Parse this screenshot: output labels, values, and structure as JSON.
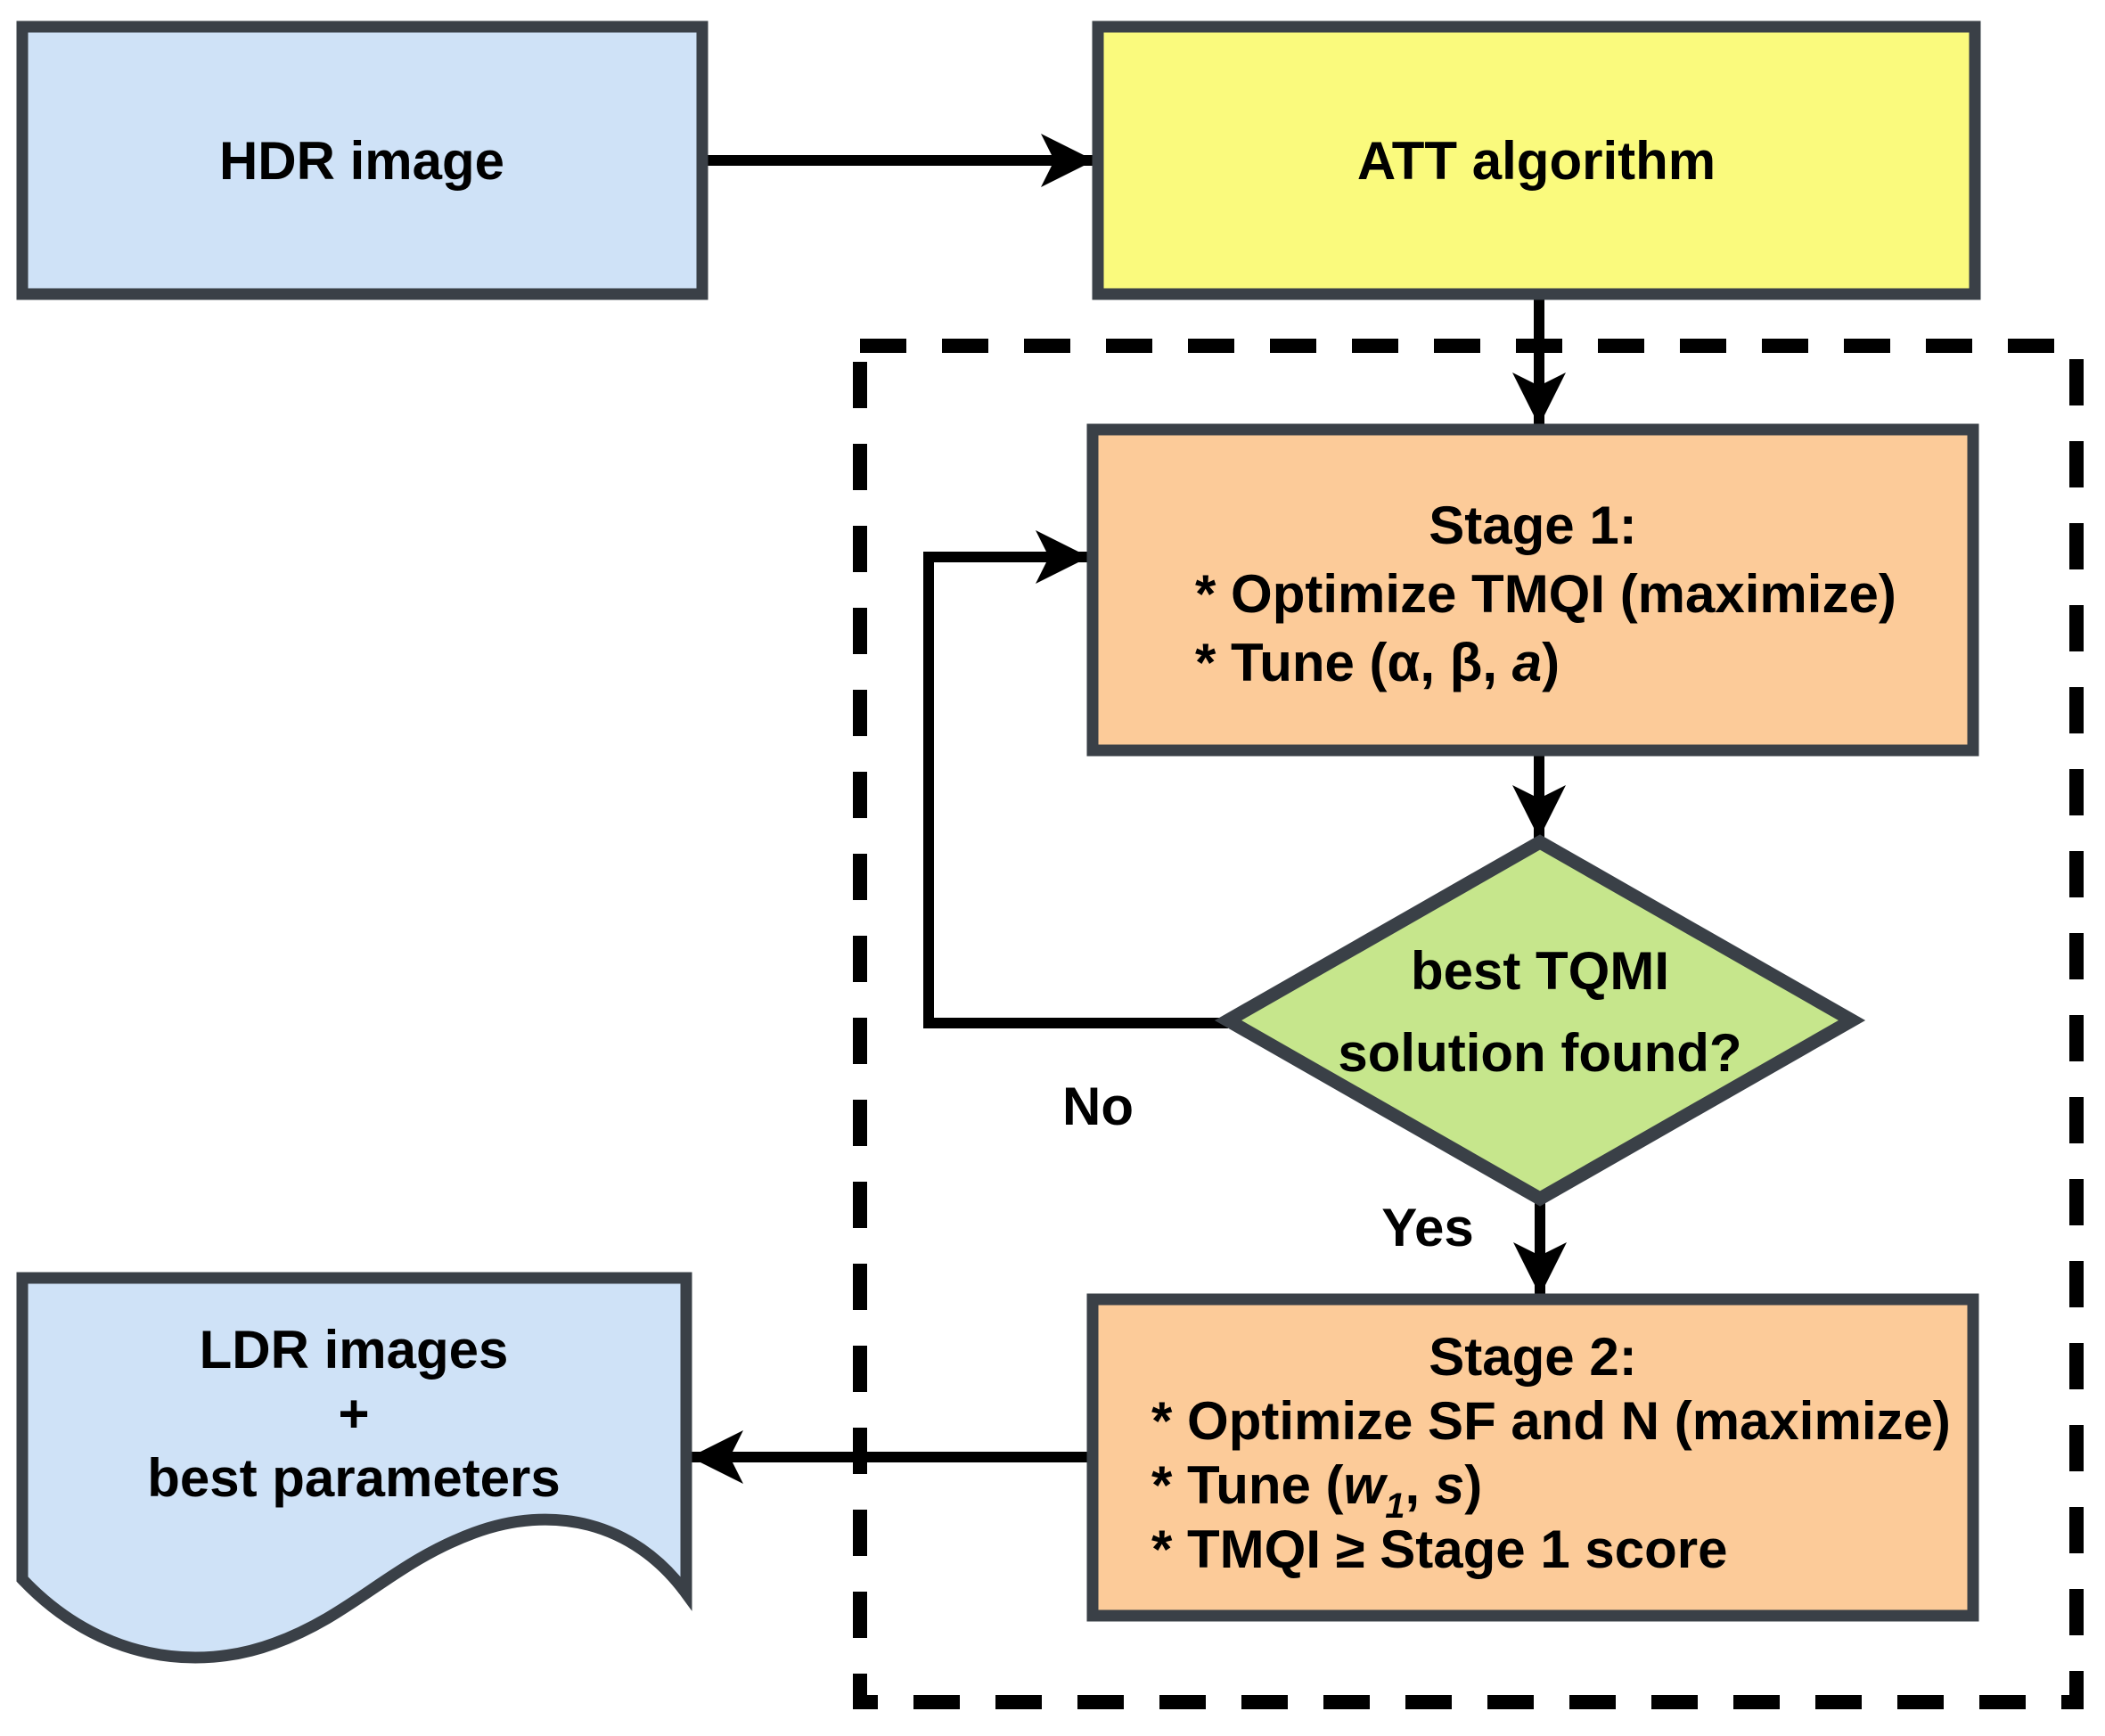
{
  "colors": {
    "node_blue": "#cfe2f7",
    "node_yellow": "#fafa7d",
    "node_orange": "#fccb99",
    "node_green": "#c6e68c",
    "shape_border": "#3a4047",
    "connector_black": "#000000"
  },
  "nodes": {
    "hdr": {
      "label": "HDR image"
    },
    "att": {
      "label": "ATT algorithm"
    },
    "stage1": {
      "title": "Stage 1:",
      "bullet1": "* Optimize TMQI (maximize)",
      "bullet2_pre": "* Tune (α, β, ",
      "bullet2_italic": "a",
      "bullet2_post": ")"
    },
    "decision": {
      "line1": "best TQMI",
      "line2": "solution found?"
    },
    "stage2": {
      "title": "Stage 2:",
      "bullet1": "* Optimize SF and N (maximize)",
      "bullet2_pre": "* Tune (",
      "bullet2_w": "w",
      "bullet2_sub": "1",
      "bullet2_mid": ", ",
      "bullet2_s": "s",
      "bullet2_post": ")",
      "bullet3": "* TMQI ≥ Stage 1 score"
    },
    "ldr": {
      "line1": "LDR images",
      "line2": "+",
      "line3": "best parameters"
    }
  },
  "labels": {
    "no": "No",
    "yes": "Yes"
  }
}
